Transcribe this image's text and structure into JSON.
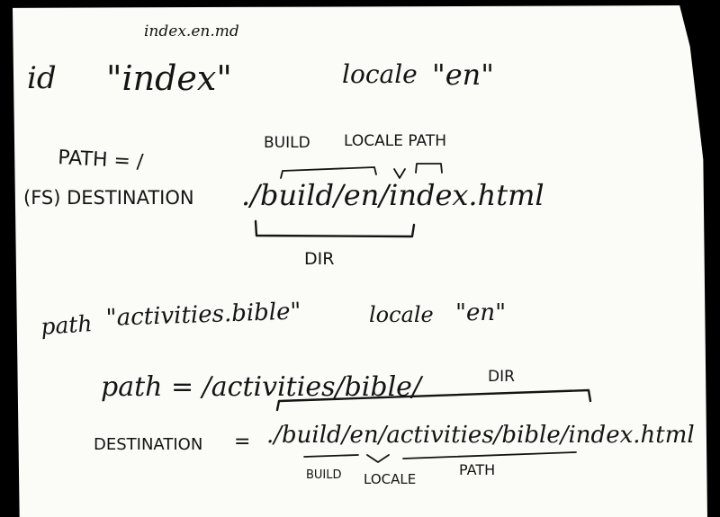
{
  "note": {
    "top": {
      "annotation": "index.en.md",
      "id_label": "id",
      "id_value": "\"index\"",
      "locale_label": "locale",
      "locale_value": "\"en\""
    },
    "first_example": {
      "path_line": "PATH = /",
      "build_label": "BUILD",
      "locale_path_label": "LOCALE PATH",
      "destination_label": "(FS) DESTINATION",
      "destination_value": "./build/en/index.html",
      "dir_label": "DIR"
    },
    "second": {
      "path_label": "path",
      "path_value": "\"activities.bible\"",
      "locale_label": "locale",
      "locale_value": "\"en\""
    },
    "second_example": {
      "path_line": "path  =  /activities/bible/",
      "dir_label": "DIR",
      "destination_label": "DESTINATION",
      "equals": "=",
      "destination_value": "./build/en/activities/bible/index.html",
      "build_label": "BUILD",
      "locale_label": "LOCALE",
      "path_label": "PATH"
    }
  }
}
